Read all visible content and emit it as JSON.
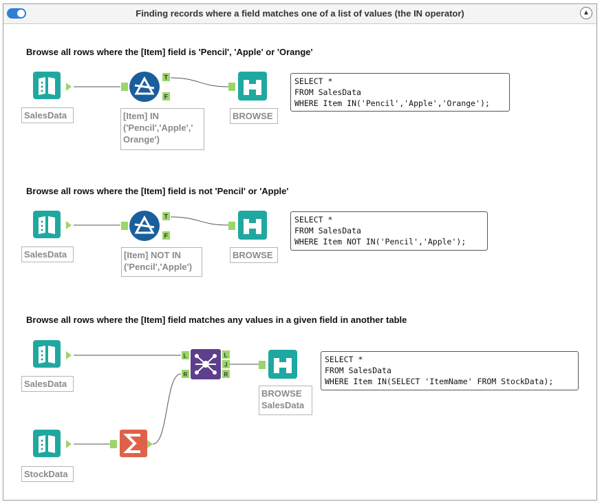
{
  "header": {
    "title": "Finding records where a field matches one of a list of values (the IN operator)"
  },
  "sections": [
    {
      "heading": "Browse all rows where the [Item] field is 'Pencil', 'Apple' or 'Orange'",
      "input_label": "SalesData",
      "filter_label_lines": [
        "[Item] IN",
        "('Pencil','Apple','",
        "Orange')"
      ],
      "browse_label_lines": [
        "BROWSE"
      ],
      "sql_lines": [
        "SELECT *",
        "FROM SalesData",
        "WHERE Item IN('Pencil','Apple','Orange');"
      ]
    },
    {
      "heading": "Browse all rows where the [Item] field is not 'Pencil' or 'Apple'",
      "input_label": "SalesData",
      "filter_label_lines": [
        "[Item] NOT IN",
        "('Pencil','Apple')"
      ],
      "browse_label_lines": [
        "BROWSE"
      ],
      "sql_lines": [
        "SELECT *",
        "FROM SalesData",
        "WHERE Item NOT IN('Pencil','Apple');"
      ]
    },
    {
      "heading": "Browse all rows where the [Item] field matches any values  in a given field in another table",
      "input_label": "SalesData",
      "input2_label": "StockData",
      "browse_label_lines": [
        "BROWSE",
        "SalesData"
      ],
      "sql_lines": [
        "SELECT *",
        "FROM SalesData",
        "WHERE Item IN(SELECT 'ItemName' FROM StockData);"
      ]
    }
  ],
  "anchors": {
    "true": "T",
    "false": "F",
    "left": "L",
    "right": "R",
    "join": "J"
  },
  "colors": {
    "input_tool": "#1fa8a0",
    "browse_tool": "#1fa8a0",
    "filter_tool": "#1b5e9c",
    "join_tool": "#5d3f8e",
    "summarize_tool": "#e0614a",
    "anchor": "#9cd66a"
  }
}
